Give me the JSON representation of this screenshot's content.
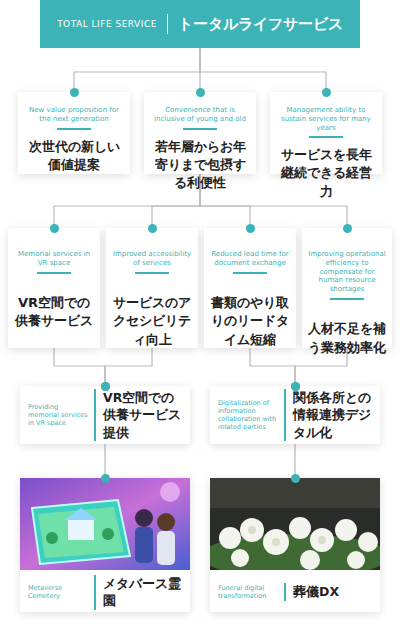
{
  "diagram": {
    "nodes": [
      {
        "text": [
          "TOTAL LIFE SERVICE",
          "トータルライフサービス"
        ]
      },
      {
        "text": [
          "New value proposition for the next generation",
          "次世代の新しい価値提案"
        ]
      },
      {
        "text": [
          "Convenience that is inclusive of young and old",
          "若年層からお年寄りまで包摂する利便性"
        ]
      },
      {
        "text": [
          "Management ability to sustain services for many years",
          "サービスを長年継続できる経営力"
        ]
      },
      {
        "text": [
          "Memorial services in VR space",
          "VR空間での供養サービス"
        ]
      },
      {
        "text": [
          "Improved accessibility of services",
          "サービスのアクセシビリティ向上"
        ]
      },
      {
        "text": [
          "Reduced lead time for document exchange",
          "書類のやり取りのリードタイム短縮"
        ]
      },
      {
        "text": [
          "Improving operational efficiency to compensate for human resource shortages",
          "人材不足を補う業務効率化"
        ]
      },
      {
        "text": [
          "Providing memorial services in VR space",
          "VR空間での供養サービス提供"
        ]
      },
      {
        "text": [
          "Digitalization of information collaboration with related parties",
          "関係各所との情報連携デジタル化"
        ]
      },
      {
        "text": [
          "Metaverse Cemetery",
          "メタバース霊園"
        ]
      },
      {
        "text": [
          "Funeral digital transformation",
          "葬儀DX"
        ]
      }
    ],
    "edges": [
      {
        "from": 0,
        "to": 1,
        "arrow": "none"
      },
      {
        "from": 0,
        "to": 2,
        "arrow": "none"
      },
      {
        "from": 0,
        "to": 3,
        "arrow": "none"
      },
      {
        "from": 2,
        "to": 4,
        "arrow": "none"
      },
      {
        "from": 2,
        "to": 5,
        "arrow": "none"
      },
      {
        "from": 2,
        "to": 6,
        "arrow": "none"
      },
      {
        "from": 2,
        "to": 7,
        "arrow": "none"
      },
      {
        "from": 4,
        "to": 8,
        "arrow": "none"
      },
      {
        "from": 5,
        "to": 8,
        "arrow": "none"
      },
      {
        "from": 6,
        "to": 9,
        "arrow": "none"
      },
      {
        "from": 7,
        "to": 9,
        "arrow": "none"
      },
      {
        "from": 8,
        "to": 10,
        "arrow": "none"
      },
      {
        "from": 9,
        "to": 11,
        "arrow": "none"
      }
    ]
  }
}
